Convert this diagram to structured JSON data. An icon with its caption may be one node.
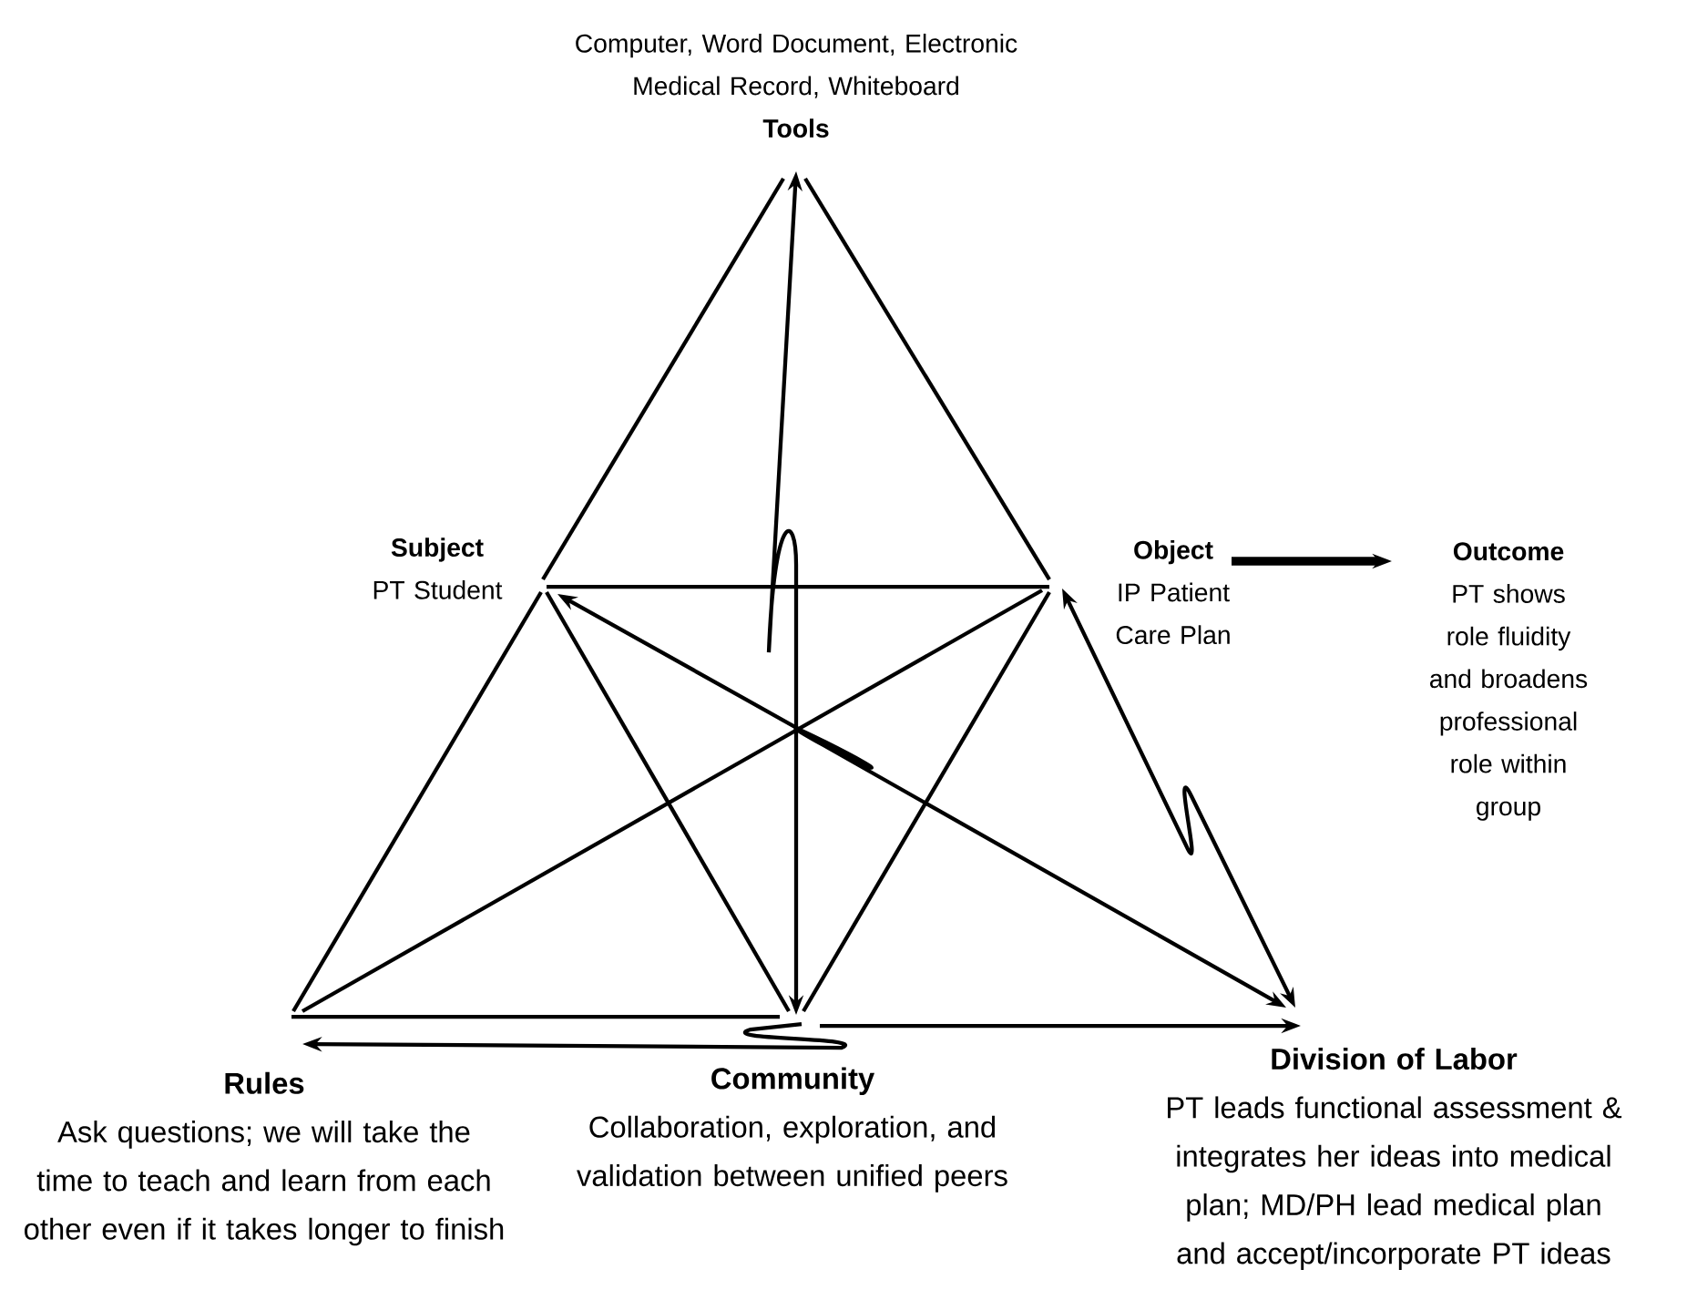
{
  "diagram": {
    "nodes": [
      {
        "text": [
          "Computer, Word Document, Electronic Medical Record, Whiteboard",
          "Tools"
        ]
      },
      {
        "text": [
          "Subject",
          "PT Student"
        ]
      },
      {
        "text": [
          "Object",
          "IP Patient Care Plan"
        ]
      },
      {
        "text": [
          "Outcome",
          "PT shows role fluidity and broadens professional role within group"
        ]
      },
      {
        "text": [
          "Rules",
          "Ask questions; we will take the time to teach and learn from each other even if it takes longer to finish"
        ]
      },
      {
        "text": [
          "Community",
          "Collaboration, exploration, and validation between unified peers"
        ]
      },
      {
        "text": [
          "Division of Labor",
          "PT leads functional assessment & integrates her ideas into medical plan; MD/PH lead medical plan and accept/incorporate PT ideas"
        ]
      }
    ],
    "edges": [
      {
        "from": 1,
        "to": 0,
        "arrow": "none"
      },
      {
        "from": 0,
        "to": 2,
        "arrow": "none"
      },
      {
        "from": 1,
        "to": 2,
        "arrow": "none"
      },
      {
        "from": 1,
        "to": 4,
        "arrow": "none"
      },
      {
        "from": 1,
        "to": 5,
        "arrow": "none"
      },
      {
        "from": 2,
        "to": 5,
        "arrow": "none"
      },
      {
        "from": 4,
        "to": 2,
        "arrow": "none"
      },
      {
        "from": 4,
        "to": 5,
        "arrow": "none"
      },
      {
        "from": 5,
        "to": 0,
        "arrow": "both"
      },
      {
        "from": 5,
        "to": 6,
        "arrow": "to"
      },
      {
        "from": 5,
        "to": 4,
        "arrow": "to"
      },
      {
        "from": 6,
        "to": 1,
        "arrow": "both"
      },
      {
        "from": 2,
        "to": 6,
        "arrow": "both"
      },
      {
        "from": 2,
        "to": 3,
        "arrow": "to",
        "style": "thick"
      }
    ]
  }
}
